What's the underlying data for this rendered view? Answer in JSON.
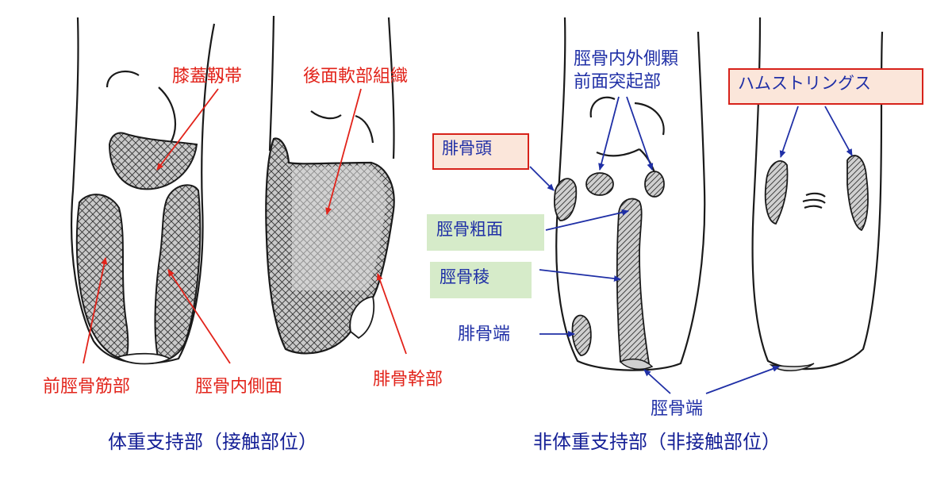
{
  "left_panel": {
    "caption": "体重支持部（接触部位）",
    "labels": {
      "patellar_ligament": "膝蓋靱帯",
      "posterior_soft_tissue": "後面軟部組織",
      "anterior_tibial": "前脛骨筋部",
      "tibial_medial": "脛骨内側面",
      "fibular_shaft": "腓骨幹部"
    }
  },
  "right_panel": {
    "caption": "非体重支持部（非接触部位）",
    "labels": {
      "condyles_line1": "脛骨内外側顆",
      "condyles_line2": "前面突起部",
      "hamstrings": "ハムストリングス",
      "fibular_head": "腓骨頭",
      "tibial_tuberosity": "脛骨粗面",
      "tibial_crest": "脛骨稜",
      "fibular_end": "腓骨端",
      "tibial_end": "脛骨端"
    }
  },
  "colors": {
    "red_label": "#e2231a",
    "blue_label": "#1f2fa6",
    "box_red_border": "#d7221a",
    "box_red_fill": "#fbe6da",
    "box_green_fill": "#d6ebc9",
    "outline": "#1a1a1a"
  }
}
